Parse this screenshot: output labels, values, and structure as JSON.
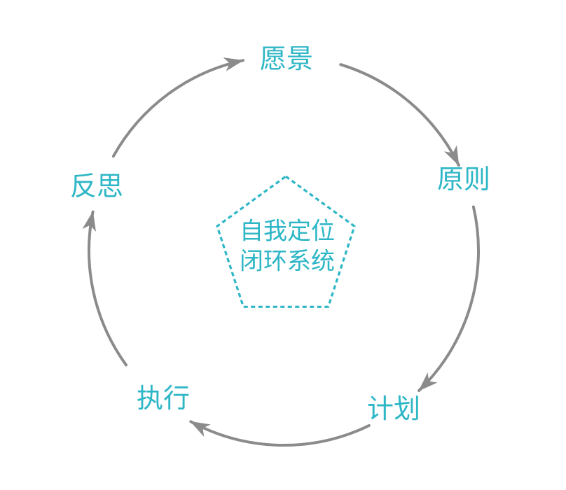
{
  "diagram": {
    "type": "cycle",
    "center": {
      "shape": "dotted-pentagon",
      "lines": [
        "自我定位",
        "闭环系统"
      ]
    },
    "nodes": [
      {
        "id": "vision",
        "label": "愿景"
      },
      {
        "id": "principles",
        "label": "原则"
      },
      {
        "id": "plan",
        "label": "计划"
      },
      {
        "id": "execute",
        "label": "执行"
      },
      {
        "id": "reflect",
        "label": "反思"
      }
    ],
    "edges": [
      {
        "from": "愿景",
        "to": "原则"
      },
      {
        "from": "原则",
        "to": "计划"
      },
      {
        "from": "计划",
        "to": "执行"
      },
      {
        "from": "执行",
        "to": "反思"
      },
      {
        "from": "反思",
        "to": "愿景"
      }
    ],
    "colors": {
      "accent": "#2db6c6",
      "arrow": "#8b8b8b",
      "background": "#ffffff"
    }
  }
}
